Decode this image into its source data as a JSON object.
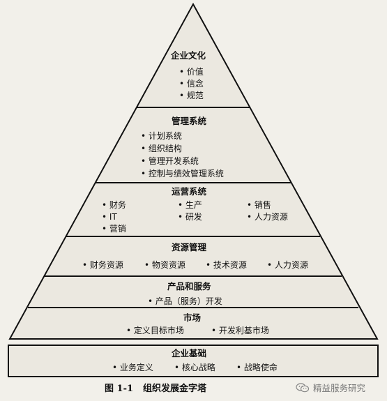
{
  "layers": [
    {
      "title": "企业文化",
      "items": [
        "价值",
        "信念",
        "规范"
      ]
    },
    {
      "title": "管理系统",
      "items": [
        "计划系统",
        "组织结构",
        "管理开发系统",
        "控制与绩效管理系统"
      ]
    },
    {
      "title": "运营系统",
      "items": [
        "财务",
        "生产",
        "销售",
        "IT",
        "研发",
        "人力资源",
        "营销"
      ]
    },
    {
      "title": "资源管理",
      "items": [
        "财务资源",
        "物资资源",
        "技术资源",
        "人力资源"
      ]
    },
    {
      "title": "产品和服务",
      "items": [
        "产品（服务）开发"
      ]
    },
    {
      "title": "市场",
      "items": [
        "定义目标市场",
        "开发利基市场"
      ]
    }
  ],
  "base": {
    "title": "企业基础",
    "items": [
      "业务定义",
      "核心战略",
      "战略使命"
    ]
  },
  "caption": {
    "number": "图 1-1",
    "text": "组织发展金字塔"
  },
  "watermark": {
    "text": "精益服务研究",
    "icon": "wechat-icon"
  }
}
